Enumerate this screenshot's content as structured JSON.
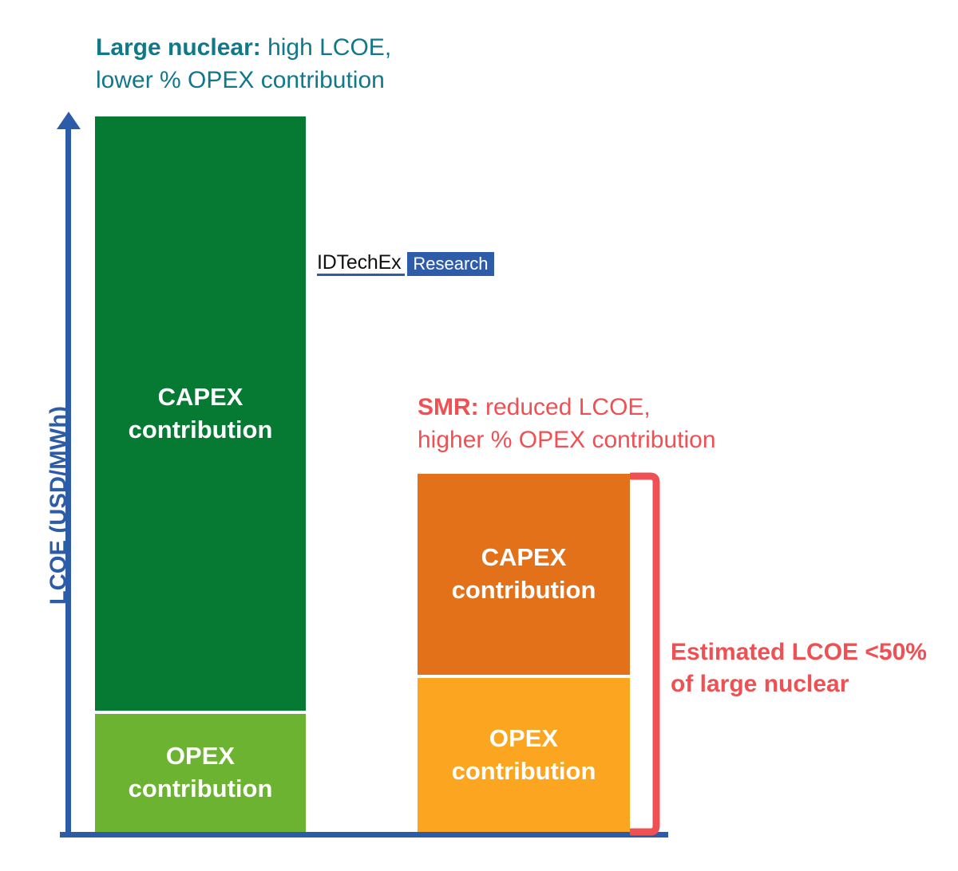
{
  "colors": {
    "axis_blue": "#2C5CA8",
    "teal": "#10788A",
    "salmon": "#EF5053",
    "nuclear_capex": "#067A33",
    "nuclear_opex": "#6CB331",
    "smr_capex": "#E2711A",
    "smr_opex": "#FBA521",
    "logo_blue": "#2F5CA8"
  },
  "axes": {
    "y_label": "LCOE (USD/MWh)",
    "x_label": ""
  },
  "annotations": {
    "nuclear": {
      "lead": "Large nuclear:",
      "rest": " high LCOE,",
      "line2": "lower % OPEX contribution"
    },
    "smr": {
      "lead": "SMR:",
      "rest": " reduced LCOE,",
      "line2": "higher % OPEX contribution"
    },
    "bracket_note": {
      "line1": "Estimated LCOE <50%",
      "line2": "of large nuclear"
    }
  },
  "logo": {
    "word": "IDTechEx",
    "badge": "Research"
  },
  "bars": {
    "nuclear": {
      "capex_line1": "CAPEX",
      "capex_line2": "contribution",
      "opex_line1": "OPEX",
      "opex_line2": "contribution"
    },
    "smr": {
      "capex_line1": "CAPEX",
      "capex_line2": "contribution",
      "opex_line1": "OPEX",
      "opex_line2": "contribution"
    }
  },
  "chart_data": {
    "type": "bar",
    "title": "",
    "xlabel": "",
    "ylabel": "LCOE (USD/MWh)",
    "stacked": true,
    "grid": false,
    "legend": "none",
    "ylim": [
      0,
      100
    ],
    "categories": [
      "Large nuclear",
      "SMR"
    ],
    "series": [
      {
        "name": "CAPEX contribution",
        "values": [
          83.1,
          28.1
        ]
      },
      {
        "name": "OPEX contribution",
        "values": [
          16.5,
          21.5
        ]
      }
    ],
    "totals": [
      99.6,
      49.6
    ],
    "units": "relative % of large-nuclear LCOE",
    "notes": [
      "Large nuclear: high LCOE, lower % OPEX contribution",
      "SMR: reduced LCOE, higher % OPEX contribution",
      "Estimated LCOE <50% of large nuclear"
    ]
  }
}
